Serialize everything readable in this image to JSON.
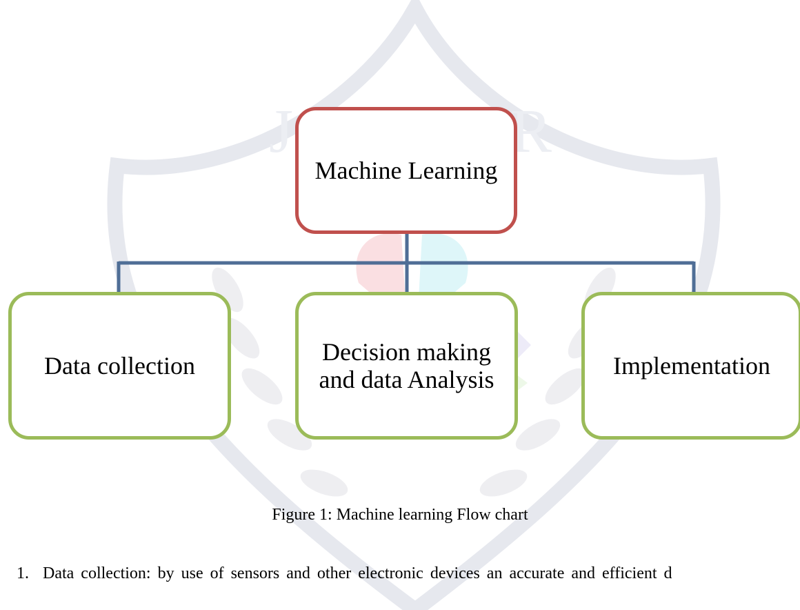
{
  "diagram": {
    "root": {
      "label": "Machine Learning"
    },
    "children": [
      {
        "label": "Data collection"
      },
      {
        "label": "Decision making and data Analysis"
      },
      {
        "label": "Implementation"
      }
    ],
    "colors": {
      "root_border": "#c0504d",
      "child_border": "#9bbb59",
      "connector": "#4f6e96"
    }
  },
  "caption": "Figure 1: Machine learning Flow chart",
  "list_item": {
    "number": "1.",
    "text": "Data collection: by use of sensors and other electronic devices an accurate and efficient d"
  }
}
